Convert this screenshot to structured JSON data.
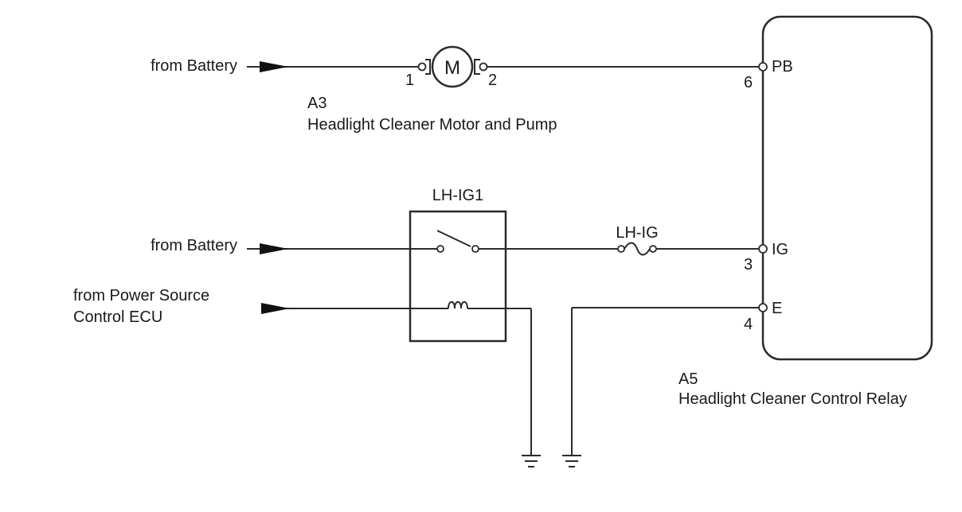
{
  "motor": {
    "ref": "A3",
    "name": "Headlight Cleaner Motor and Pump",
    "symbol": "M",
    "pin_in": "1",
    "pin_out": "2"
  },
  "relay_unit": {
    "ref": "A5",
    "name": "Headlight Cleaner Control Relay",
    "terminals": [
      {
        "label": "PB",
        "pin": "6"
      },
      {
        "label": "IG",
        "pin": "3"
      },
      {
        "label": "E",
        "pin": "4"
      }
    ]
  },
  "ig_relay": {
    "name": "LH-IG1"
  },
  "fuse": {
    "name": "LH-IG"
  },
  "sources": {
    "battery_top": "from Battery",
    "battery_mid": "from Battery",
    "power_ecu_line1": "from Power Source",
    "power_ecu_line2": "Control ECU"
  }
}
